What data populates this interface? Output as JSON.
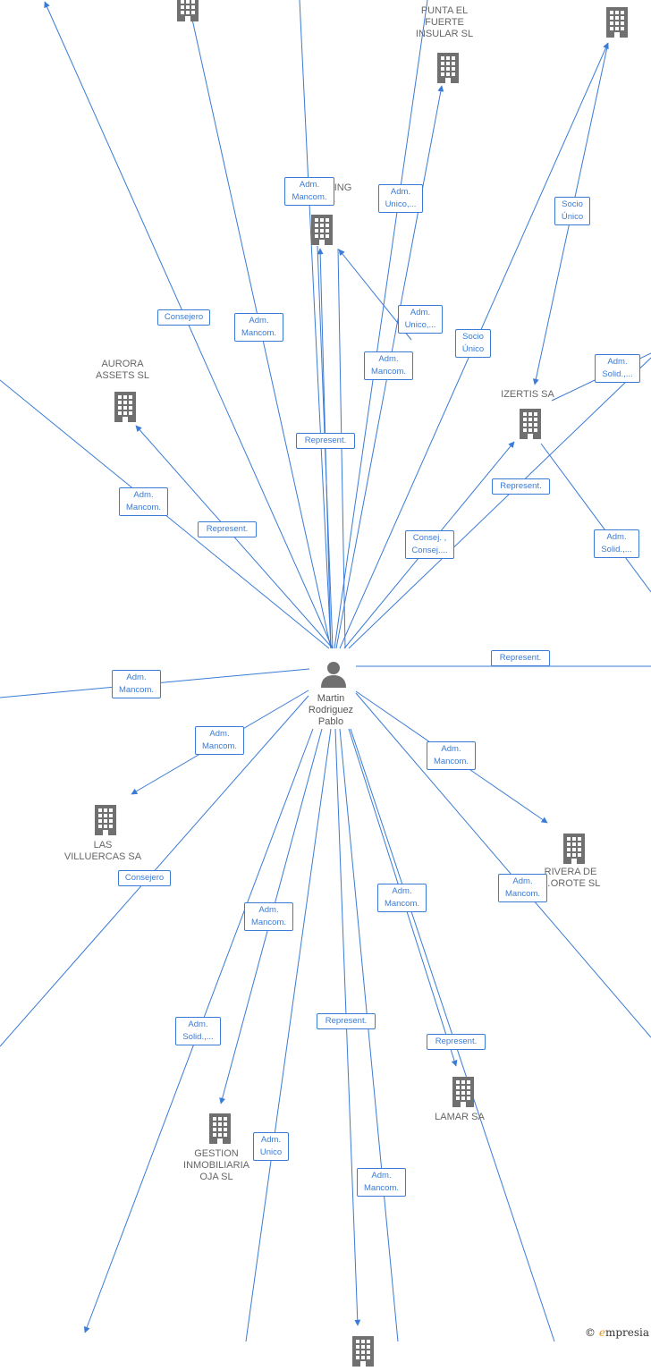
{
  "colors": {
    "edge": "#3a7bd5",
    "building": "#707070",
    "person": "#707070"
  },
  "center": {
    "name": "Martin\nRodriguez\nPablo",
    "icon": "person-icon"
  },
  "companies": [
    {
      "id": "punta",
      "label": "PUNTA EL\nFUERTE\nINSULAR  SL"
    },
    {
      "id": "consulting",
      "label": "…ULTING\nSL"
    },
    {
      "id": "aurora",
      "label": "AURORA\nASSETS  SL"
    },
    {
      "id": "izertis",
      "label": "IZERTIS SA"
    },
    {
      "id": "villuercas",
      "label": "LAS\nVILLUERCAS SA"
    },
    {
      "id": "rivera",
      "label": "RIVERA DE\n…OROTE  SL"
    },
    {
      "id": "lamar",
      "label": "LAMAR SA"
    },
    {
      "id": "gestion",
      "label": "GESTION\nINMOBILIARIA\nOJA  SL"
    },
    {
      "id": "top_left",
      "label": ""
    },
    {
      "id": "top_right",
      "label": ""
    },
    {
      "id": "bottom",
      "label": ""
    }
  ],
  "relations": [
    "Adm.\nMancom.",
    "Adm.\nUnico,...",
    "Socio\nÚnico",
    "Consejero",
    "Adm.\nMancom.",
    "Adm.\nUnico,...",
    "Adm.\nMancom.",
    "Socio\nÚnico",
    "Adm.\nSolid.,...",
    "Represent.",
    "Adm.\nMancom.",
    "Represent.",
    "Represent.",
    "Consej. ,\nConsej....",
    "Adm.\nSolid.,...",
    "Adm.\nMancom.",
    "Represent.",
    "Adm.\nMancom.",
    "Adm.\nMancom.",
    "Consejero",
    "Adm.\nMancom.",
    "Adm.\nMancom.",
    "Adm.\nMancom.",
    "Adm.\nSolid.,...",
    "Represent.",
    "Represent.",
    "Adm.\nUnico",
    "Adm.\nMancom."
  ],
  "watermark": {
    "symbol": "©",
    "brand_initial": "e",
    "brand_rest": "mpresia"
  }
}
